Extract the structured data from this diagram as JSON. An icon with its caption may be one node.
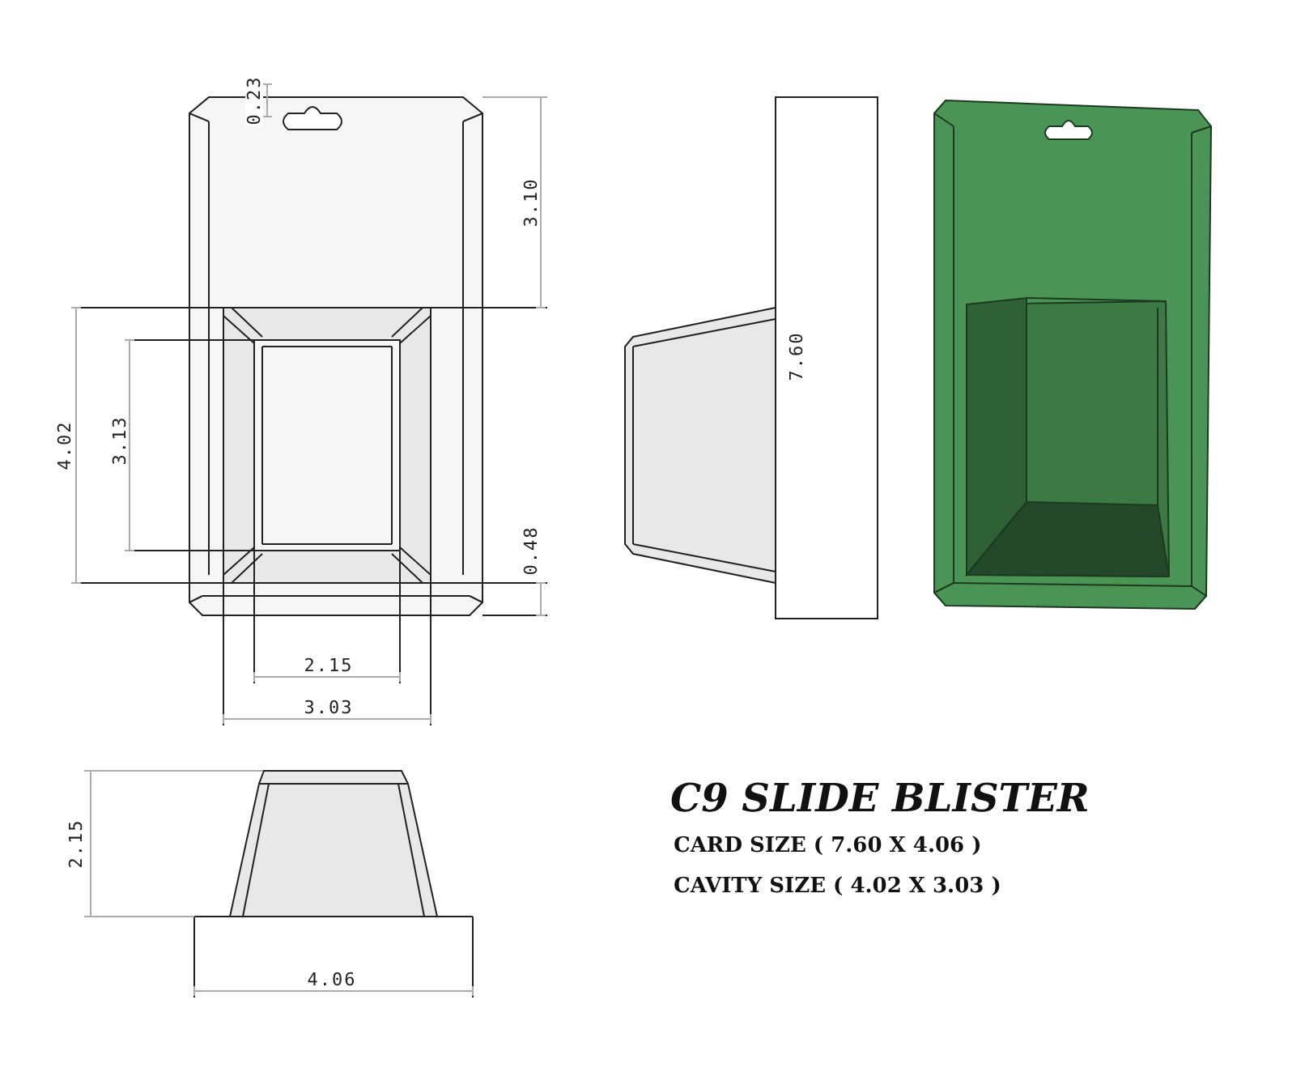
{
  "diagram": {
    "title": "C9 SLIDE BLISTER",
    "labels": [
      "0.23",
      "3.10",
      "4.02",
      "3.13",
      "0.48",
      "7.60",
      "2.15",
      "3.03",
      "2.15",
      "4.06",
      "CARD SIZE ( 7.60 X 4.06 )",
      "CAVITY SIZE ( 4.02 X 3.03 )"
    ]
  }
}
